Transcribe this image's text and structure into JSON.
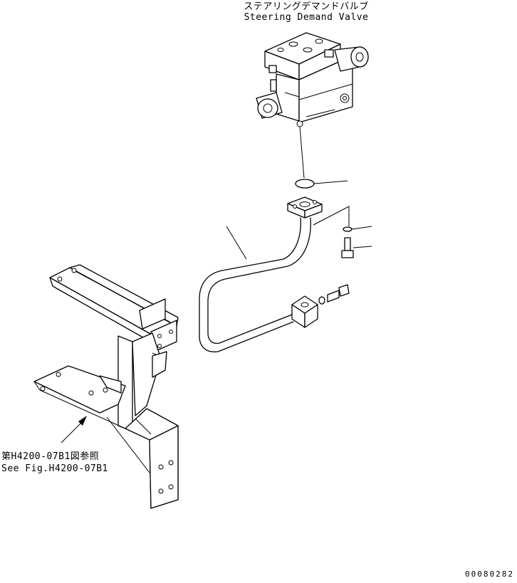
{
  "labels": {
    "valve_jp": "ステアリングデマンドバルブ",
    "valve_en": "Steering Demand Valve",
    "ref_jp": "第H4200-07B1図参照",
    "ref_en": "See Fig.H4200-07B1"
  },
  "figure_number": "00080282",
  "colors": {
    "line": "#000000",
    "background": "#ffffff"
  }
}
